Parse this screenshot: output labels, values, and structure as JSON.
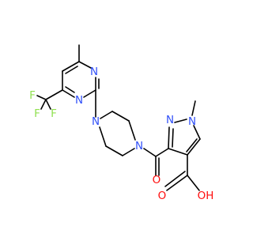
{
  "molecule": {
    "atoms": {
      "n_pyrim_1": "N",
      "n_pyrim_3": "N",
      "n_pip_1": "N",
      "n_pip_4": "N",
      "n_pyrazole_1": "N",
      "n_pyrazole_2": "N",
      "o_carbonyl": "O",
      "o_acid_double": "O",
      "o_acid_hydroxyl": "OH",
      "f_1": "F",
      "f_2": "F",
      "f_3": "F"
    },
    "colors": {
      "bond": "#000000",
      "nitrogen": "#3050F8",
      "oxygen": "#FF0D0D",
      "fluorine": "#90E050",
      "background": "#FFFFFF"
    }
  }
}
